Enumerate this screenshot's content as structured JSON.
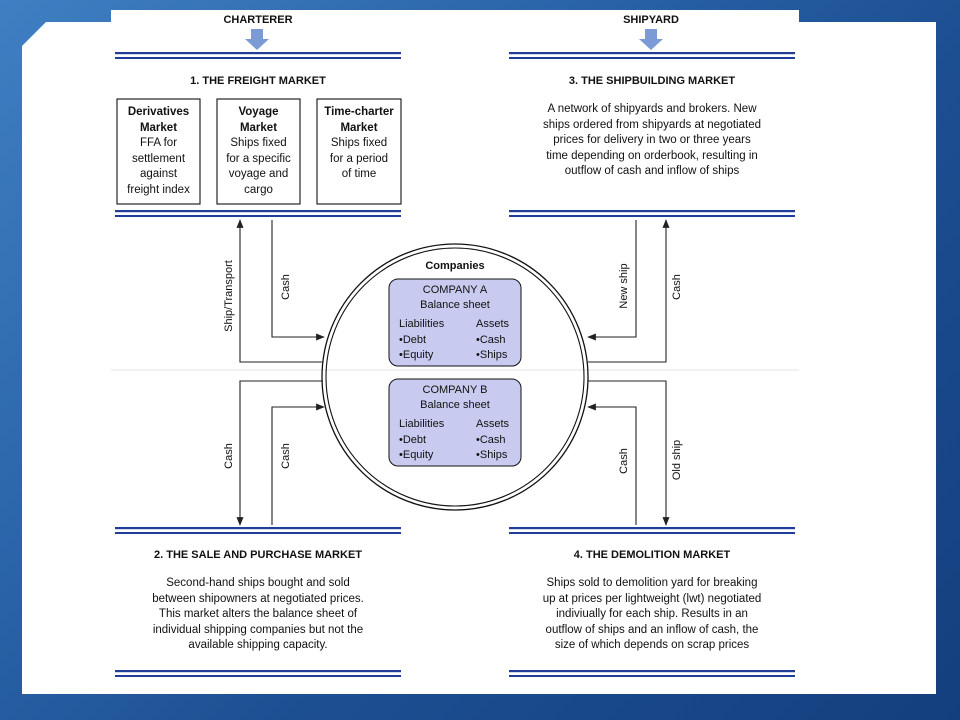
{
  "top": {
    "charterer": "CHARTERER",
    "shipyard": "SHIPYARD"
  },
  "freight": {
    "title": "1. THE FREIGHT MARKET",
    "derivatives": [
      "Derivatives",
      "Market",
      "FFA for",
      "settlement",
      "against",
      "freight index"
    ],
    "voyage": [
      "Voyage",
      "Market",
      "Ships fixed",
      "for a specific",
      "voyage and",
      "cargo"
    ],
    "timecharter": [
      "Time-charter",
      "Market",
      "Ships fixed",
      "for a period",
      "of time"
    ]
  },
  "shipbuilding": {
    "title": "3. THE SHIPBUILDING MARKET",
    "lines": [
      "A network of shipyards and brokers. New",
      "ships ordered from shipyards at negotiated",
      "prices for delivery in two or three years",
      "time depending on orderbook, resulting in",
      "outflow of cash and inflow of ships"
    ]
  },
  "sale": {
    "title": "2. THE SALE AND PURCHASE MARKET",
    "lines": [
      "Second-hand ships bought and sold",
      "between shipowners at negotiated prices.",
      "This market alters the balance sheet of",
      "individual shipping companies but not the",
      "available shipping capacity."
    ]
  },
  "demolition": {
    "title": "4. THE DEMOLITION MARKET",
    "lines": [
      "Ships sold to demolition yard for breaking",
      "up at prices per lightweight (lwt) negotiated",
      "indiviually for each ship. Results in an",
      "outflow of ships and an inflow of cash, the",
      "size of which depends on scrap prices"
    ]
  },
  "companies": {
    "title": "Companies",
    "a": {
      "name": "COMPANY A",
      "sub": "Balance sheet",
      "liab": [
        "Liabilities",
        "•Debt",
        "•Equity"
      ],
      "assets": [
        "Assets",
        "•Cash",
        "•Ships"
      ]
    },
    "b": {
      "name": "COMPANY B",
      "sub": "Balance sheet",
      "liab": [
        "Liabilities",
        "•Debt",
        "•Equity"
      ],
      "assets": [
        "Assets",
        "•Cash",
        "•Ships"
      ]
    }
  },
  "flows": {
    "ship_transport": "Ship/Transport",
    "cash_freight": "Cash",
    "new_ship": "New ship",
    "cash_shipyard": "Cash",
    "cash_sale_left": "Cash",
    "cash_sale_right": "Cash",
    "cash_demo": "Cash",
    "old_ship": "Old ship"
  },
  "colors": {
    "accent_blue": "#1f3d99",
    "arrow_blue": "#6b8fd1",
    "company_fill": "#c8cbef",
    "frame_blue_dark": "#1c4f92",
    "frame_blue_light": "#3f7fc2"
  }
}
